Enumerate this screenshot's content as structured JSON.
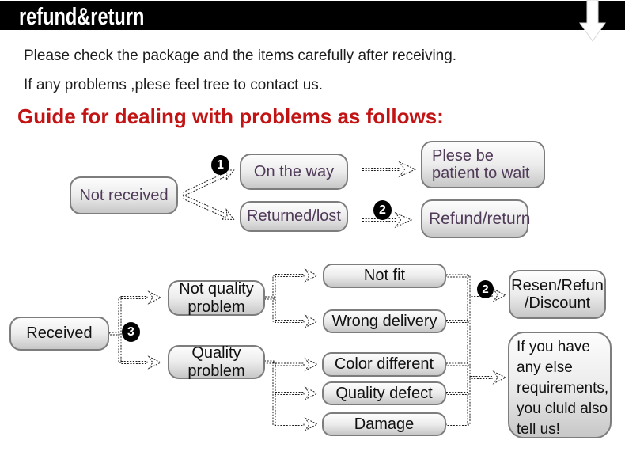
{
  "banner": {
    "title": "refund&return"
  },
  "intro": {
    "line1": "Please check the package and the items carefully after receiving.",
    "line2": "If any problems ,plese feel tree to contact us."
  },
  "heading": "Guide for dealing with problems as follows:",
  "flow1": {
    "not_received": "Not received",
    "badge_1": "1",
    "on_the_way": "On the way",
    "returned_lost": "Returned/lost",
    "badge_2": "2",
    "patient_wait": "Plese be\npatient to wait",
    "refund_return": "Refund/return"
  },
  "flow2": {
    "received": "Received",
    "badge_3": "3",
    "not_quality_problem": "Not quality\nproblem",
    "quality_problem": "Quality\nproblem",
    "not_fit": "Not fit",
    "wrong_delivery": "Wrong delivery",
    "color_different": "Color different",
    "quality_defect": "Quality defect",
    "damage": "Damage",
    "badge_2": "2",
    "resen_refund_discount": "Resen/Refun\n/Discount",
    "note": "If you have\nany else\nrequirements,\nyou cluld also\ntell us!"
  },
  "colors": {
    "banner_bg": "#000000",
    "heading_red": "#c21414",
    "flow1_text": "#4f3a58",
    "flow2_text": "#101010",
    "badge_bg": "#000000",
    "badge_text": "#ffffff"
  }
}
